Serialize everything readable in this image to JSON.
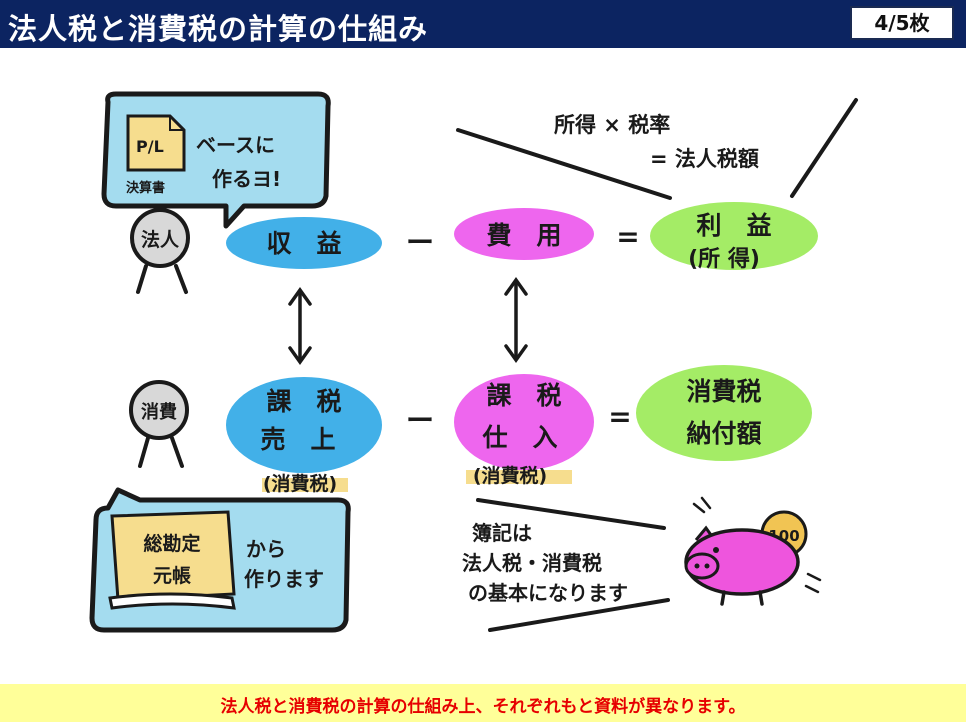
{
  "header": {
    "title": "法人税と消費税の計算の仕組み",
    "page_indicator": "4/5枚"
  },
  "diagram": {
    "corporate_label": "法人",
    "consumption_label": "消費",
    "corporate_bubble": {
      "doc_icon_text": "P/L",
      "doc_caption": "決算書",
      "text_line1": "ベースに",
      "text_line2": "作るヨ!"
    },
    "consumption_bubble": {
      "book_line1": "総勘定",
      "book_line2": "元帳",
      "text_line1": "から",
      "text_line2": "作ります"
    },
    "formula_note_line1": "所得 × 税率",
    "formula_note_line2": "= 法人税額",
    "row1": {
      "term1": "収　益",
      "op1": "ー",
      "term2": "費　用",
      "op2": "=",
      "result_line1": "利　益",
      "result_line2": "(所 得)"
    },
    "row2": {
      "term1_line1": "課　税",
      "term1_line2": "売　上",
      "term1_sub": "(消費税)",
      "op1": "ー",
      "term2_line1": "課　税",
      "term2_line2": "仕　入",
      "term2_sub": "(消費税)",
      "op2": "=",
      "result_line1": "消費税",
      "result_line2": "納付額"
    },
    "bookkeeping_note_line1": "簿記は",
    "bookkeeping_note_line2": "法人税・消費税",
    "bookkeeping_note_line3": "の基本になります",
    "coin_label": "100",
    "colors": {
      "blue": "#42b0e8",
      "pink": "#ee66ee",
      "green": "#a4ec66",
      "bubble": "#a4dcef",
      "pig": "#ee55dd",
      "coin": "#f1c453"
    }
  },
  "footer": {
    "message": "法人税と消費税の計算の仕組み上、それぞれもと資料が異なります。"
  }
}
